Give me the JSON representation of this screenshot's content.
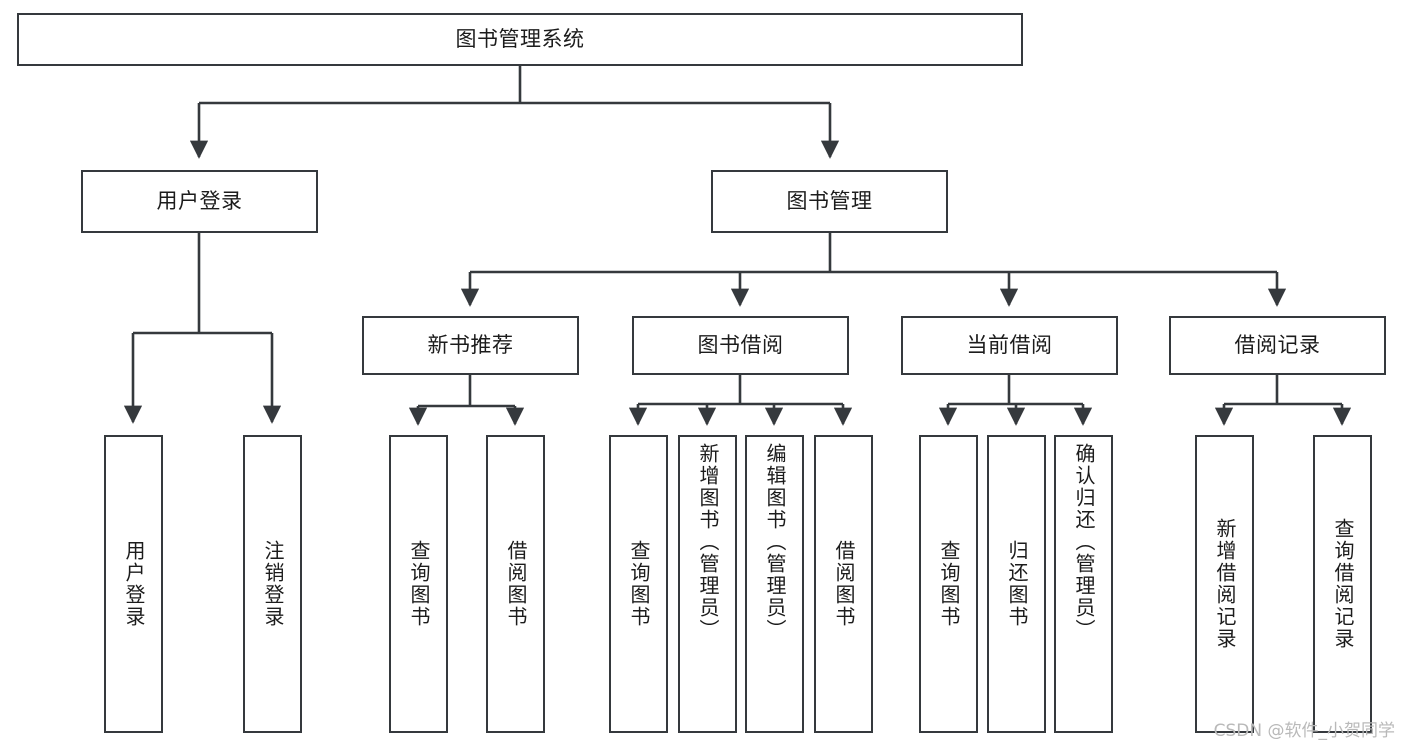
{
  "diagram": {
    "type": "tree-hierarchy",
    "title": "图书管理系统",
    "watermark": "CSDN @软件_小贺同学",
    "colors": {
      "box_border": "#35393d",
      "box_fill": "#ffffff",
      "connector": "#35393d",
      "text": "#1c1c1c",
      "watermark": "#b9b9b9",
      "background": "#ffffff"
    },
    "nodes": {
      "root": {
        "label": "图书管理系统"
      },
      "level2": [
        {
          "id": "user-login",
          "label": "用户登录"
        },
        {
          "id": "book-manage",
          "label": "图书管理"
        }
      ],
      "level3": [
        {
          "id": "new-book-recommend",
          "label": "新书推荐"
        },
        {
          "id": "book-borrow",
          "label": "图书借阅"
        },
        {
          "id": "current-borrow",
          "label": "当前借阅"
        },
        {
          "id": "borrow-record",
          "label": "借阅记录"
        }
      ],
      "leaves": [
        {
          "id": "leaf-user-login",
          "label": "用户登录",
          "parent": "user-login"
        },
        {
          "id": "leaf-logout-login",
          "label": "注销登录",
          "parent": "user-login"
        },
        {
          "id": "leaf-query-book-1",
          "label": "查询图书",
          "parent": "new-book-recommend"
        },
        {
          "id": "leaf-borrow-book-1",
          "label": "借阅图书",
          "parent": "new-book-recommend"
        },
        {
          "id": "leaf-query-book-2",
          "label": "查询图书",
          "parent": "book-borrow"
        },
        {
          "id": "leaf-add-book",
          "label": "新增图书（管理员）",
          "parent": "book-borrow"
        },
        {
          "id": "leaf-edit-book",
          "label": "编辑图书（管理员）",
          "parent": "book-borrow"
        },
        {
          "id": "leaf-borrow-book-2",
          "label": "借阅图书",
          "parent": "book-borrow"
        },
        {
          "id": "leaf-query-book-3",
          "label": "查询图书",
          "parent": "current-borrow"
        },
        {
          "id": "leaf-return-book",
          "label": "归还图书",
          "parent": "current-borrow"
        },
        {
          "id": "leaf-confirm-return",
          "label": "确认归还（管理员）",
          "parent": "current-borrow"
        },
        {
          "id": "leaf-add-record",
          "label": "新增借阅记录",
          "parent": "borrow-record"
        },
        {
          "id": "leaf-query-record",
          "label": "查询借阅记录",
          "parent": "borrow-record"
        }
      ]
    }
  }
}
